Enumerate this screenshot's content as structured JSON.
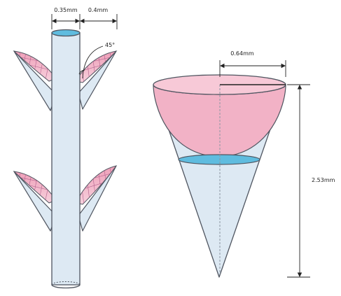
{
  "labels": {
    "rod_diameter": "0.35mm",
    "rod_spacing": "0.4mm",
    "angle": "45°",
    "cone_radius": "0.64mm",
    "cone_height": "2.53mm"
  },
  "colors": {
    "tube_fill": "#dde9f3",
    "cap_blue": "#5fbcdf",
    "pink": "#f2b2c6",
    "pink_light": "#f7c9d7",
    "grid_line": "#b2608c",
    "outline": "#4f5560",
    "dim_line": "#222222",
    "dashed": "#8c95a1"
  }
}
